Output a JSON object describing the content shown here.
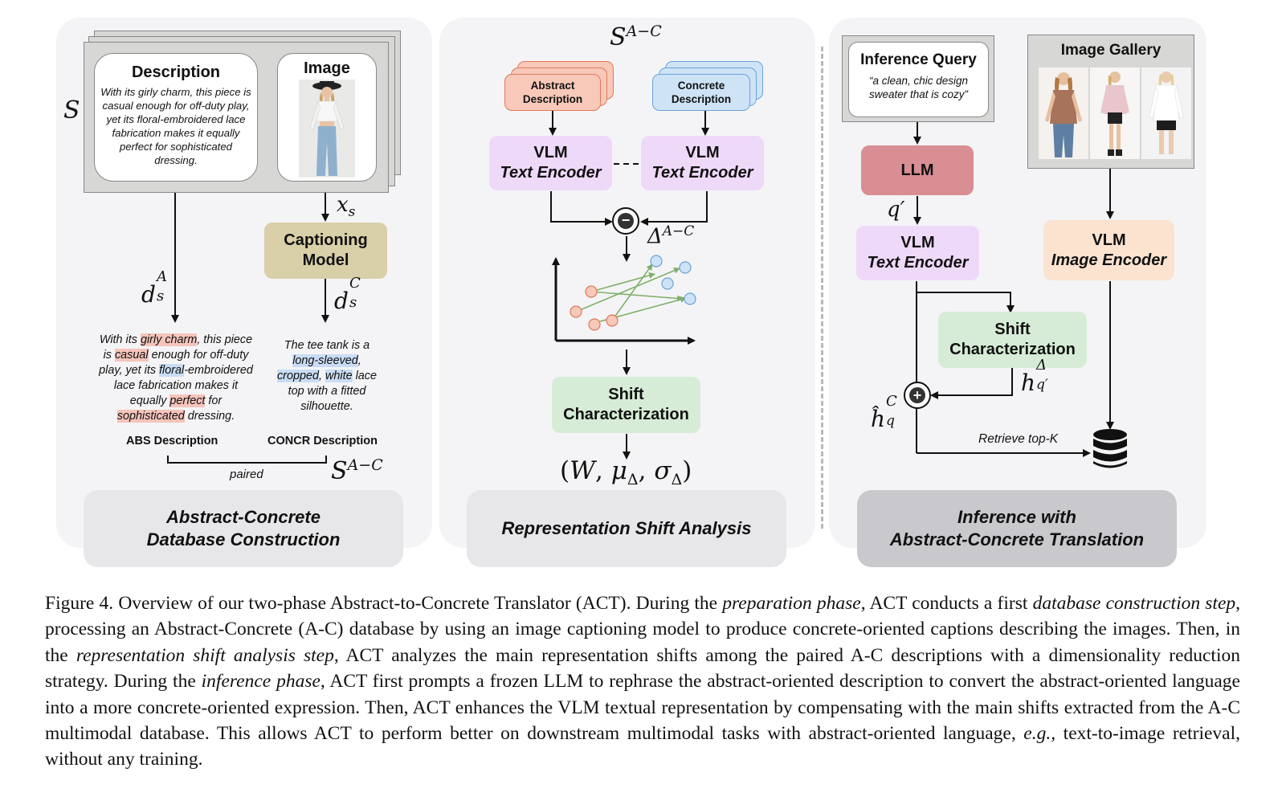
{
  "panel1": {
    "title_line1": "Abstract-Concrete",
    "title_line2": "Database Construction",
    "set_symbol": "S",
    "description_title": "Description",
    "description_text": "With its girly charm, this piece is casual enough for off-duty play, yet its floral-embroidered lace fabrication makes it equally perfect for sophisticated dressing.",
    "image_title": "Image",
    "xs_label": "x_s",
    "captioning_model": "Captioning Model",
    "dsA_label": "d_s^A",
    "dsC_label": "d_s^C",
    "abs_text": {
      "t1": "With its ",
      "h1": "girly charm",
      "t2": ", this piece is ",
      "h2": "casual",
      "t3": " enough for off-duty play, yet its ",
      "h3": "floral",
      "t4": "-embroidered lace fabrication makes it equally ",
      "h4": "perfect",
      "t5": " for ",
      "h5": "sophisticated",
      "t6": " dressing."
    },
    "concr_text": {
      "t1": "The tee tank is a ",
      "h1": "long-sleeved",
      "t2": ", ",
      "h2": "cropped",
      "t3": ", ",
      "h3": "white",
      "t4": " lace top with a fitted silhouette."
    },
    "abs_label": "ABS Description",
    "concr_label": "CONCR Description",
    "paired_label": "paired",
    "sac_label": "S^{A-C}"
  },
  "panel2": {
    "title": "Representation Shift Analysis",
    "sac_label": "S^{A-C}",
    "abstract_desc": "Abstract Description",
    "concrete_desc": "Concrete Description",
    "vlm_line1": "VLM",
    "vlm_line2": "Text Encoder",
    "minus_symbol": "−",
    "delta_label": "Δ^{A-C}",
    "shift_characterization": "Shift Characterization",
    "output_label": "(W, μ_Δ, σ_Δ)"
  },
  "panel3": {
    "title_line1": "Inference with",
    "title_line2": "Abstract-Concrete Translation",
    "inference_query_title": "Inference Query",
    "inference_query_text": "“a clean, chic design sweater that is cozy”",
    "image_gallery_title": "Image Gallery",
    "llm_label": "LLM",
    "q_prime": "q′",
    "vlm_line1": "VLM",
    "text_encoder": "Text Encoder",
    "image_encoder": "Image Encoder",
    "shift_characterization": "Shift Characterization",
    "h_delta_label": "h_{q'}^Δ",
    "h_hat_label": "ĥ_q^C",
    "plus_symbol": "+",
    "retrieve_label": "Retrieve top-K"
  },
  "caption": {
    "p1": "Figure 4. Overview of our two-phase Abstract-to-Concrete Translator (ACT). During the ",
    "e1": "preparation phase",
    "p2": ", ACT conducts a first ",
    "e2": "database construction step",
    "p3": ", processing an Abstract-Concrete (A-C) database by using an image captioning model to produce concrete-oriented captions describing the images. Then, in the ",
    "e3": "representation shift analysis step",
    "p4": ", ACT analyzes the main representation shifts among the paired A-C descriptions with a dimensionality reduction strategy. During the ",
    "e4": "inference phase",
    "p5": ", ACT first prompts a frozen LLM to rephrase the abstract-oriented description to convert the abstract-oriented language into a more concrete-oriented expression. Then, ACT enhances the VLM textual representation by compensating with the main shifts extracted from the A-C multimodal database. This allows ACT to perform better on downstream multimodal tasks with abstract-oriented language, ",
    "e5": "e.g.,",
    "p6": " text-to-image retrieval, without any training."
  },
  "colors": {
    "panel_bg": "#f4f4f6",
    "title_box": "#e7e7ea",
    "title_box_dark": "#c9c9cd",
    "captioning": "#d9cfa8",
    "vlm_text": "#efd9f9",
    "abstract": "#f8c8b9",
    "concrete": "#cfe3f7",
    "shift": "#d6ecd6",
    "llm": "#d88e93",
    "image_encoder": "#fbe3d0",
    "highlight_red": "#f5c4bb",
    "highlight_blue": "#c9dcf4"
  }
}
